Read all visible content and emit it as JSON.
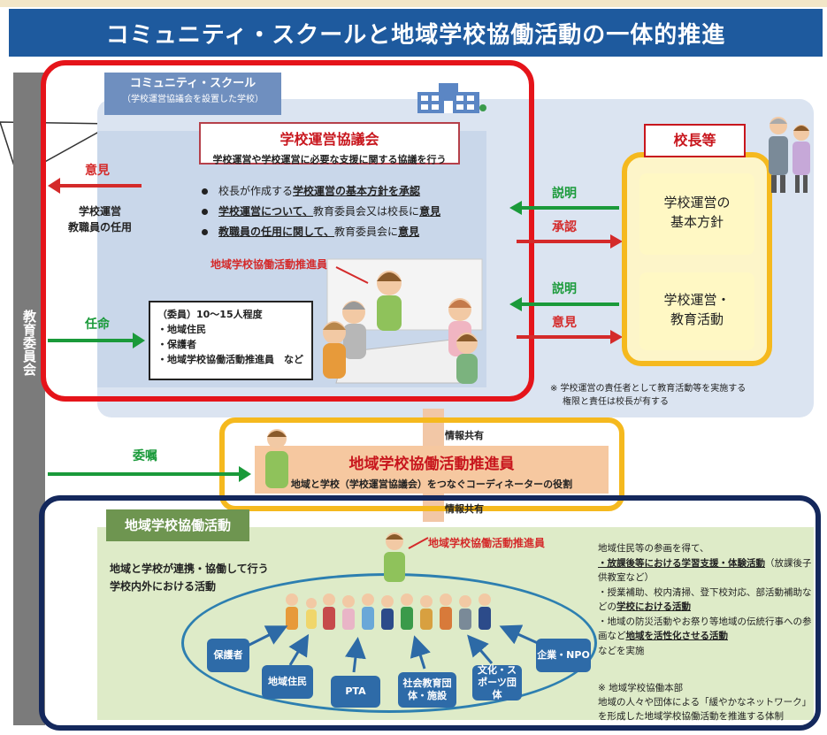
{
  "title": "コミュニティ・スクールと地域学校協働活動の一体的推進",
  "board_of_education": "教育委員会",
  "community_school": {
    "header": "コミュニティ・スクール",
    "header_sub": "（学校運営協議会を設置した学校）",
    "council_title": "学校運営協議会",
    "council_sub": "学校運営や学校運営に必要な支援に関する協議を行う",
    "bullets": [
      {
        "pre": "校長が作成する",
        "emph": "学校運営の基本方針を承認",
        "post": ""
      },
      {
        "pre": "",
        "emph": "学校運営について、",
        "post": "教育委員会又は校長に",
        "emph2": "意見"
      },
      {
        "pre": "",
        "emph": "教職員の任用に関して、",
        "post": "教育委員会に",
        "emph2": "意見"
      }
    ],
    "coordinator_label": "地域学校協働活動推進員",
    "members": [
      "（委員）10～15人程度",
      "・地域住民",
      "・保護者",
      "・地域学校協働活動推進員　など"
    ]
  },
  "arrows": {
    "opinion_left": "意見",
    "appointment": "任命",
    "commission": "委嘱",
    "explain_1": "説明",
    "approve": "承認",
    "explain_2": "説明",
    "opinion_right": "意見"
  },
  "left_text": [
    "学校運営",
    "教職員の任用"
  ],
  "principal": {
    "label": "校長等",
    "policy": [
      "学校運営の",
      "基本方針"
    ],
    "activity": [
      "学校運営・",
      "教育活動"
    ],
    "note": [
      "※ 学校運営の責任者として教育活動等を実施する",
      "権限と責任は校長が有する"
    ]
  },
  "info_share_top": "情報共有",
  "info_share_bottom": "情報共有",
  "coordinator": {
    "title": "地域学校協働活動推進員",
    "sub": "地域と学校（学校運営協議会）をつなぐコーディネーターの役割"
  },
  "activity": {
    "header": "地域学校協働活動",
    "desc": [
      "地域と学校が連携・協働して行う",
      "学校内外における活動"
    ],
    "coordinator_label": "地域学校協働活動推進員",
    "groups": [
      "保護者",
      "地域住民",
      "PTA",
      "社会教育団体・施設",
      "文化・スポーツ団体",
      "企業・NPO"
    ],
    "right_desc_intro": "地域住民等の参画を得て、",
    "right_desc_1": "・放課後等における学習支援・体験活動",
    "right_desc_1b": "（放課後子供教室など）",
    "right_desc_2": "・授業補助、校内清掃、登下校対応、部活動補助などの",
    "right_desc_2b": "学校における活動",
    "right_desc_3": "・地域の防災活動やお祭り等地域の伝統行事への参画など",
    "right_desc_3b": "地域を活性化させる活動",
    "right_desc_4": "などを実施",
    "note": [
      "※ 地域学校協働本部",
      "地域の人々や団体による「緩やかなネットワーク」",
      "を形成した地域学校協働活動を推進する体制"
    ]
  },
  "colors": {
    "title_bg": "#1e5a9e",
    "red_frame": "#e5141a",
    "orange_frame": "#f5b91e",
    "navy_frame": "#14285c",
    "green": "#1a9a3a"
  }
}
